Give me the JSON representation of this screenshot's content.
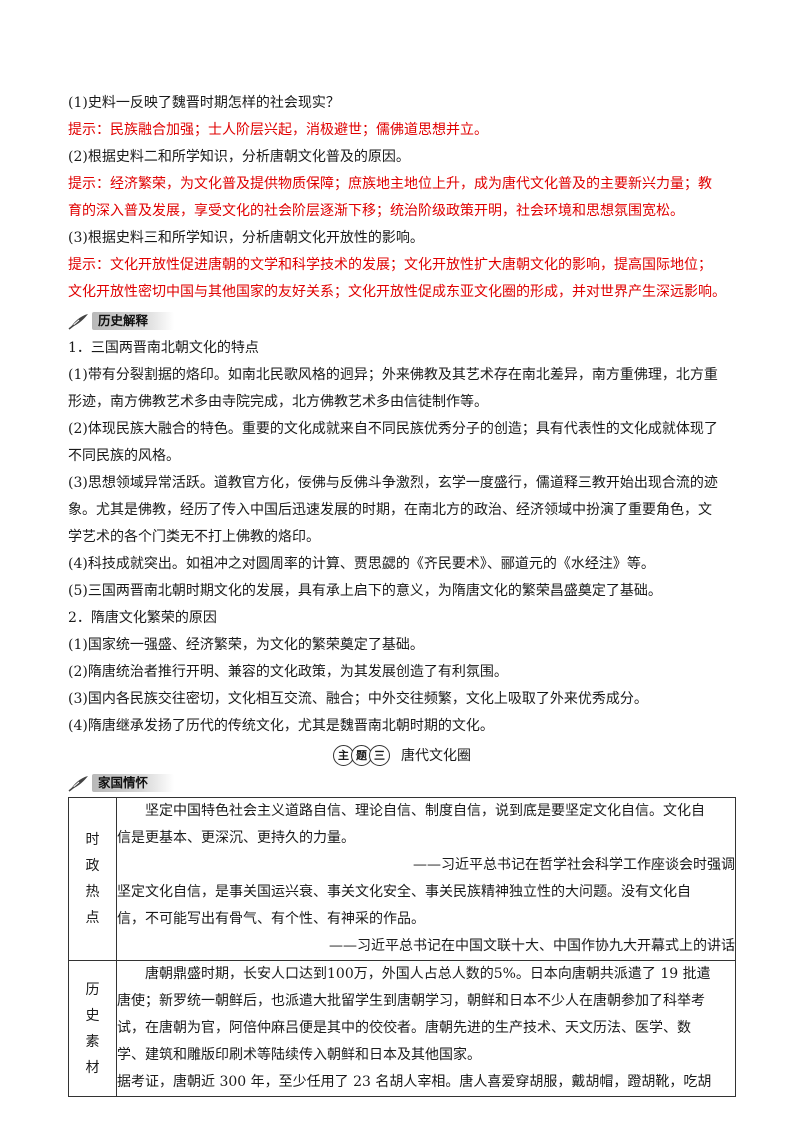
{
  "qa": [
    {
      "q": "(1)史料一反映了魏晋时期怎样的社会现实？",
      "a": [
        "提示：民族融合加强；士人阶层兴起，消极避世；儒佛道思想并立。"
      ]
    },
    {
      "q": "(2)根据史料二和所学知识，分析唐朝文化普及的原因。",
      "a": [
        "提示：经济繁荣，为文化普及提供物质保障；庶族地主地位上升，成为唐代文化普及的主要新兴力量；教",
        "育的深入普及发展，享受文化的社会阶层逐渐下移；统治阶级政策开明，社会环境和思想氛围宽松。"
      ]
    },
    {
      "q": "(3)根据史料三和所学知识，分析唐朝文化开放性的影响。",
      "a": [
        "提示：文化开放性促进唐朝的文学和科学技术的发展；文化开放性扩大唐朝文化的影响，提高国际地位；",
        "文化开放性密切中国与其他国家的友好关系；文化开放性促成东亚文化圈的形成，并对世界产生深远影响。"
      ]
    }
  ],
  "history": {
    "tag": "历史解释",
    "lines": [
      "1．三国两晋南北朝文化的特点",
      "(1)带有分裂割据的烙印。如南北民歌风格的迥异；外来佛教及其艺术存在南北差异，南方重佛理，北方重",
      "形迹，南方佛教艺术多由寺院完成，北方佛教艺术多由信徒制作等。",
      "(2)体现民族大融合的特色。重要的文化成就来自不同民族优秀分子的创造；具有代表性的文化成就体现了",
      "不同民族的风格。",
      "(3)思想领域异常活跃。道教官方化，佞佛与反佛斗争激烈，玄学一度盛行，儒道释三教开始出现合流的迹",
      "象。尤其是佛教，经历了传入中国后迅速发展的时期，在南北方的政治、经济领域中扮演了重要角色，文",
      "学艺术的各个门类无不打上佛教的烙印。",
      "(4)科技成就突出。如祖冲之对圆周率的计算、贾思勰的《齐民要术》、郦道元的《水经注》等。",
      "(5)三国两晋南北朝时期文化的发展，具有承上启下的意义，为隋唐文化的繁荣昌盛奠定了基础。",
      "2．隋唐文化繁荣的原因",
      "(1)国家统一强盛、经济繁荣，为文化的繁荣奠定了基础。",
      "(2)隋唐统治者推行开明、兼容的文化政策，为其发展创造了有利氛围。",
      "(3)国内各民族交往密切，文化相互交流、融合；中外交往频繁，文化上吸取了外来优秀成分。",
      "(4)隋唐继承发扬了历代的传统文化，尤其是魏晋南北朝时期的文化。"
    ]
  },
  "theme": {
    "badge": [
      "主",
      "题",
      "三"
    ],
    "title": "唐代文化圈"
  },
  "family": {
    "tag": "家国情怀",
    "rows": [
      {
        "side": [
          "时",
          "政",
          "热",
          "点"
        ],
        "lines": [
          {
            "t": "坚定中国特色社会主义道路自信、理论自信、制度自信，说到底是要坚定文化自信。文化自",
            "c": "indent"
          },
          {
            "t": "信是更基本、更深沉、更持久的力量。",
            "c": ""
          },
          {
            "t": "——习近平总书记在哲学社会科学工作座谈会时强调",
            "c": "src"
          },
          {
            "t": "坚定文化自信，是事关国运兴衰、事关文化安全、事关民族精神独立性的大问题。没有文化自",
            "c": ""
          },
          {
            "t": "信，不可能写出有骨气、有个性、有神采的作品。",
            "c": ""
          },
          {
            "t": "——习近平总书记在中国文联十大、中国作协九大开幕式上的讲话",
            "c": "src"
          }
        ]
      },
      {
        "side": [
          "历",
          "史",
          "素",
          "材"
        ],
        "lines": [
          {
            "t": "唐朝鼎盛时期，长安人口达到100万，外国人占总人数的5%。日本向唐朝共派遣了 19 批遣",
            "c": "indent"
          },
          {
            "t": "唐使；新罗统一朝鲜后，也派遣大批留学生到唐朝学习，朝鲜和日本不少人在唐朝参加了科举考",
            "c": ""
          },
          {
            "t": "试，在唐朝为官，阿倍仲麻吕便是其中的佼佼者。唐朝先进的生产技术、天文历法、医学、数",
            "c": ""
          },
          {
            "t": "学、建筑和雕版印刷术等陆续传入朝鲜和日本及其他国家。",
            "c": ""
          },
          {
            "t": "据考证，唐朝近 300 年，至少任用了 23 名胡人宰相。唐人喜爱穿胡服，戴胡帽，蹬胡靴，吃胡",
            "c": ""
          }
        ]
      }
    ]
  },
  "colors": {
    "hint": "#e00000",
    "text": "#1a1a1a"
  }
}
